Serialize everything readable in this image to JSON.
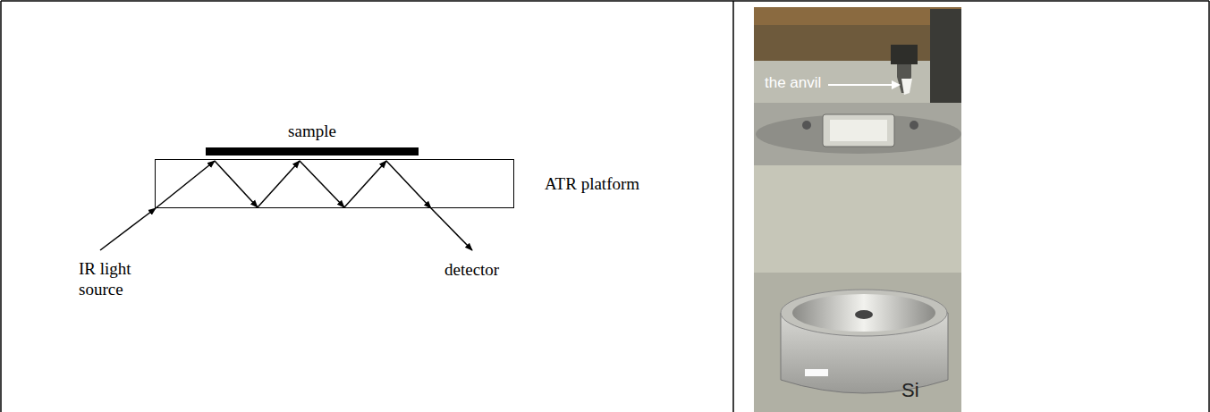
{
  "diagram": {
    "nodes": [
      {
        "text": [
          "sample"
        ]
      },
      {
        "text": [
          "ATR platform"
        ]
      }
    ],
    "labels": [
      "IR light source",
      "detector",
      "the anvil",
      "Si"
    ]
  }
}
